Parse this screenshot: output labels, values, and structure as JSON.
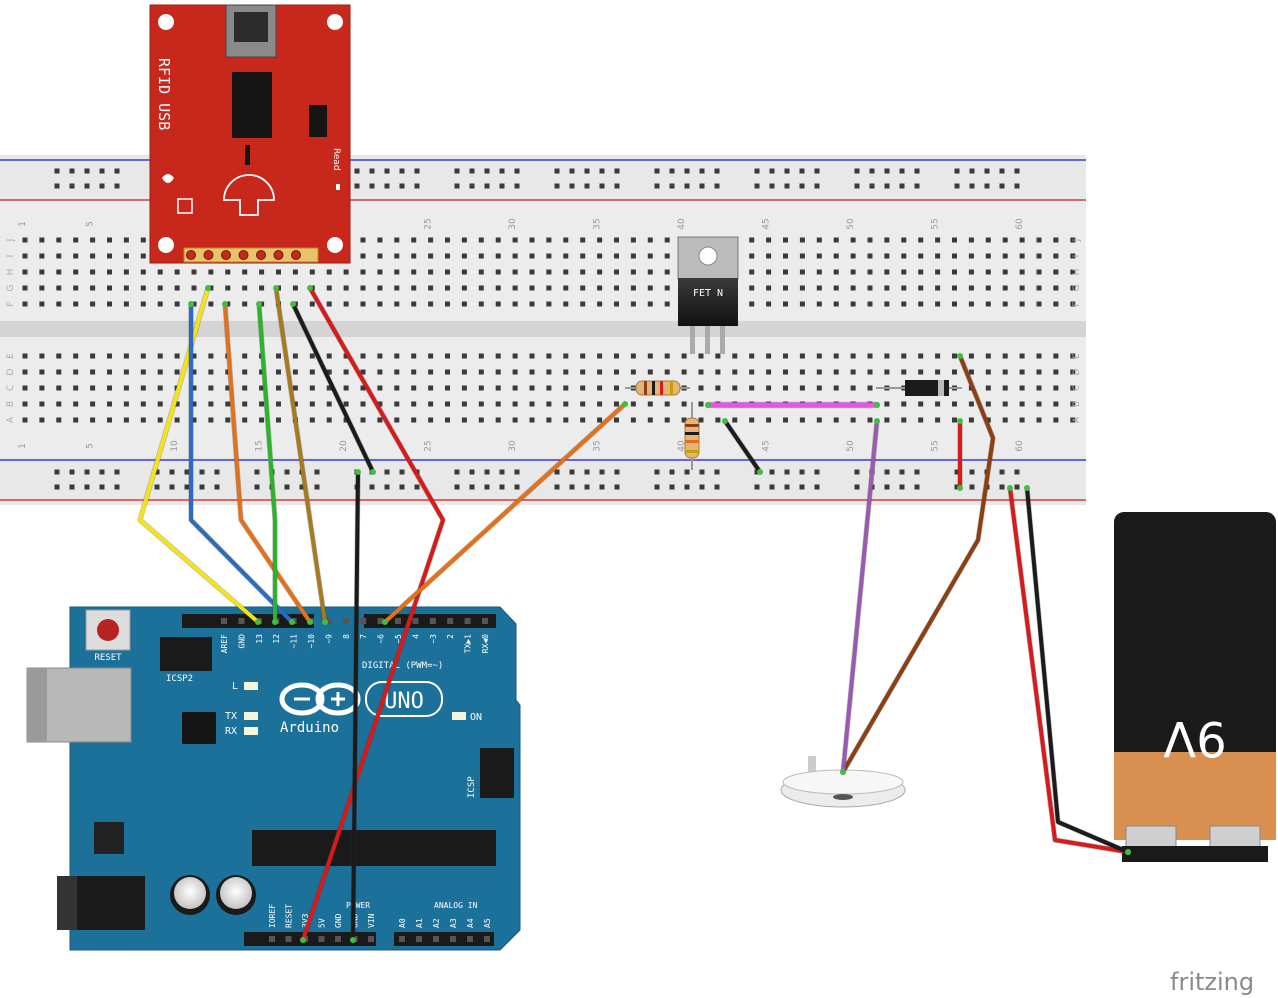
{
  "rfid": {
    "title": "RFID USB",
    "read_label": "Read"
  },
  "fet": {
    "label": "FET N"
  },
  "breadboard": {
    "column_numbers": [
      "1",
      "5",
      "10",
      "15",
      "20",
      "25",
      "30",
      "35",
      "40",
      "45",
      "50",
      "55",
      "60"
    ],
    "row_letters_top": [
      "J",
      "I",
      "H",
      "G",
      "F"
    ],
    "row_letters_bottom": [
      "E",
      "D",
      "C",
      "B",
      "A"
    ]
  },
  "arduino": {
    "logo_name": "Arduino",
    "model": "UNO",
    "reset_label": "RESET",
    "icsp2_label": "ICSP2",
    "icsp_label": "ICSP",
    "l_label": "L",
    "tx_label": "TX",
    "rx_label": "RX",
    "on_label": "ON",
    "digital_label": "DIGITAL (PWM=~)",
    "digital_pins": [
      "AREF",
      "GND",
      "13",
      "12",
      "~11",
      "~10",
      "~9",
      "8",
      "7",
      "~6",
      "~5",
      "4",
      "~3",
      "2",
      "TX▶1",
      "RX◀0"
    ],
    "power_label": "POWER",
    "power_pins": [
      "IOREF",
      "RESET",
      "3V3",
      "5V",
      "GND",
      "GND",
      "VIN"
    ],
    "analog_label": "ANALOG IN",
    "analog_pins": [
      "A0",
      "A1",
      "A2",
      "A3",
      "A4",
      "A5"
    ]
  },
  "battery": {
    "label": "9V"
  },
  "watermark": "fritzing",
  "colors": {
    "board_red": "#c8271c",
    "arduino_blue": "#1b7199",
    "breadboard": "#e6e6e6",
    "wire_yellow": "#f5e31a",
    "wire_blue": "#2b6bc4",
    "wire_orange": "#e2711c",
    "wire_green": "#2bb32b",
    "wire_olive": "#a77a1d",
    "wire_black": "#1b1b1b",
    "wire_red": "#d71b1b",
    "wire_magenta": "#e655e6",
    "wire_purple": "#9a5ab0",
    "wire_brown": "#8b3f12",
    "battery_copper": "#d88f4f"
  }
}
